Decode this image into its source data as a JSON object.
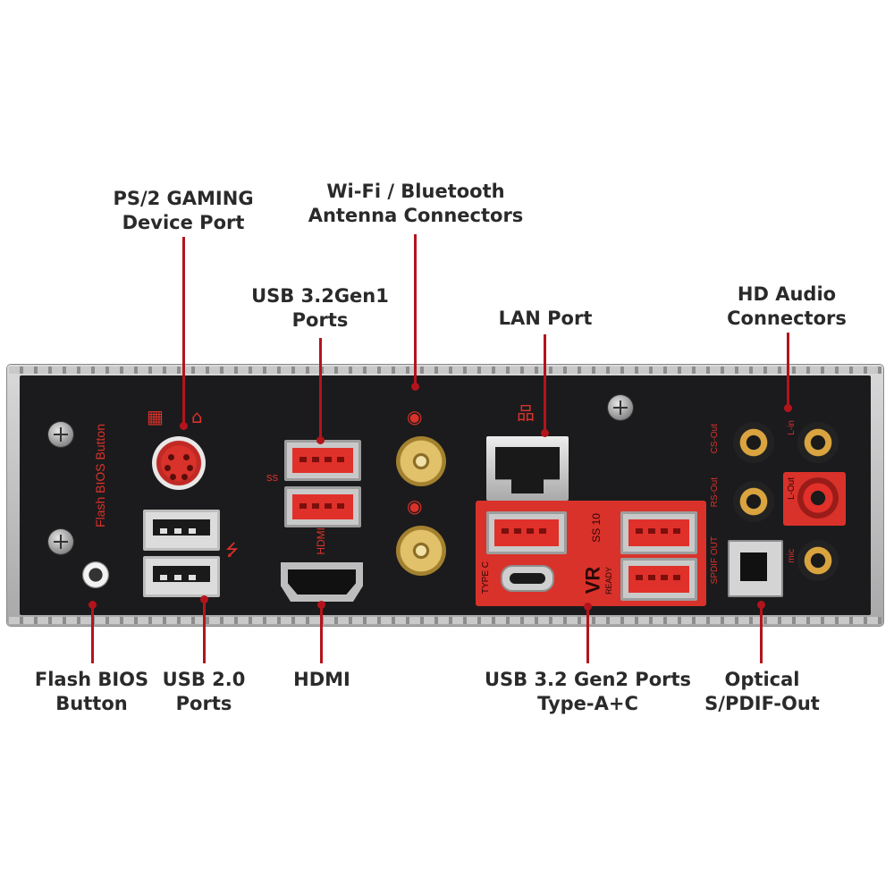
{
  "callouts": {
    "ps2": [
      "PS/2 GAMING",
      "Device Port"
    ],
    "wifi": [
      "Wi-Fi / Bluetooth",
      "Antenna Connectors"
    ],
    "usb32gen1": [
      "USB 3.2Gen1",
      "Ports"
    ],
    "lan": [
      "LAN Port"
    ],
    "hdaudio": [
      "HD Audio",
      "Connectors"
    ],
    "flashbios": [
      "Flash BIOS",
      "Button"
    ],
    "usb20": [
      "USB 2.0",
      "Ports"
    ],
    "hdmi": [
      "HDMI"
    ],
    "usb32gen2": [
      "USB 3.2 Gen2 Ports",
      "Type-A+C"
    ],
    "optical": [
      "Optical",
      "S/PDIF-Out"
    ]
  },
  "panel_labels": {
    "flash_bios_button": "Flash BIOS Button",
    "hdmi": "HDMI",
    "type_c": "TYPE C",
    "ss10": "SS 10",
    "vr": "VR",
    "ready": "READY",
    "cs_out": "CS-Out",
    "rs_out": "RS-Out",
    "spdif_out": "SPDIF OUT",
    "l_in": "L-in",
    "l_out": "L-Out",
    "mic": "mic"
  },
  "colors": {
    "accent_red": "#d9322b",
    "leader_red": "#b3141c",
    "panel": "#1b1b1d"
  }
}
